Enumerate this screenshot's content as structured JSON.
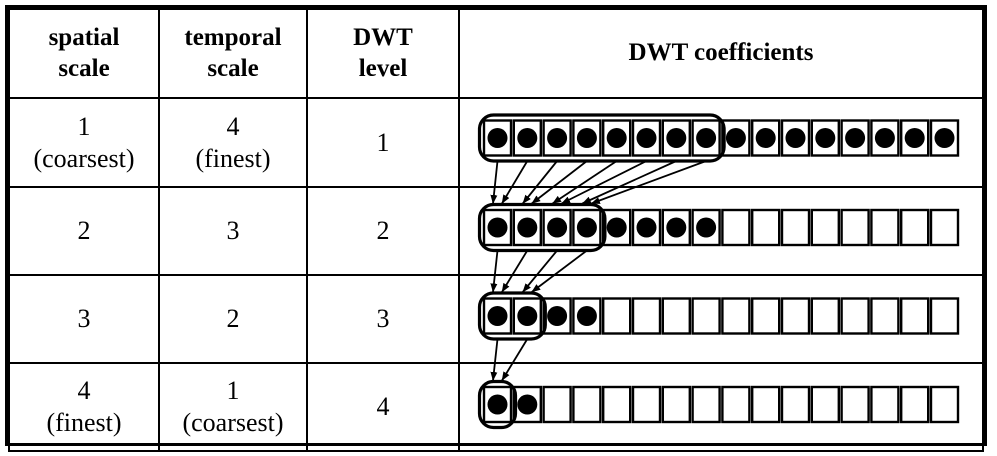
{
  "header": {
    "spatial_scale": "spatial\nscale",
    "temporal_scale": "temporal\nscale",
    "dwt_level": "DWT\nlevel",
    "dwt_coefficients": "DWT coefficients"
  },
  "rows": [
    {
      "spatial": "1\n(coarsest)",
      "temporal": "4\n(finest)",
      "dwt_level": "1",
      "diagram": {
        "total_cells": 16,
        "filled_cells": 16,
        "grouped_cells": 8,
        "arrows_to_next_level": true
      }
    },
    {
      "spatial": "2",
      "temporal": "3",
      "dwt_level": "2",
      "diagram": {
        "total_cells": 16,
        "filled_cells": 8,
        "grouped_cells": 4,
        "arrows_to_next_level": true
      }
    },
    {
      "spatial": "3",
      "temporal": "2",
      "dwt_level": "3",
      "diagram": {
        "total_cells": 16,
        "filled_cells": 4,
        "grouped_cells": 2,
        "arrows_to_next_level": true
      }
    },
    {
      "spatial": "4\n(finest)",
      "temporal": "1\n(coarsest)",
      "dwt_level": "4",
      "diagram": {
        "total_cells": 16,
        "filled_cells": 2,
        "grouped_cells": 1,
        "arrows_to_next_level": false
      }
    }
  ],
  "colors": {
    "ink": "#000000",
    "background": "#ffffff"
  }
}
